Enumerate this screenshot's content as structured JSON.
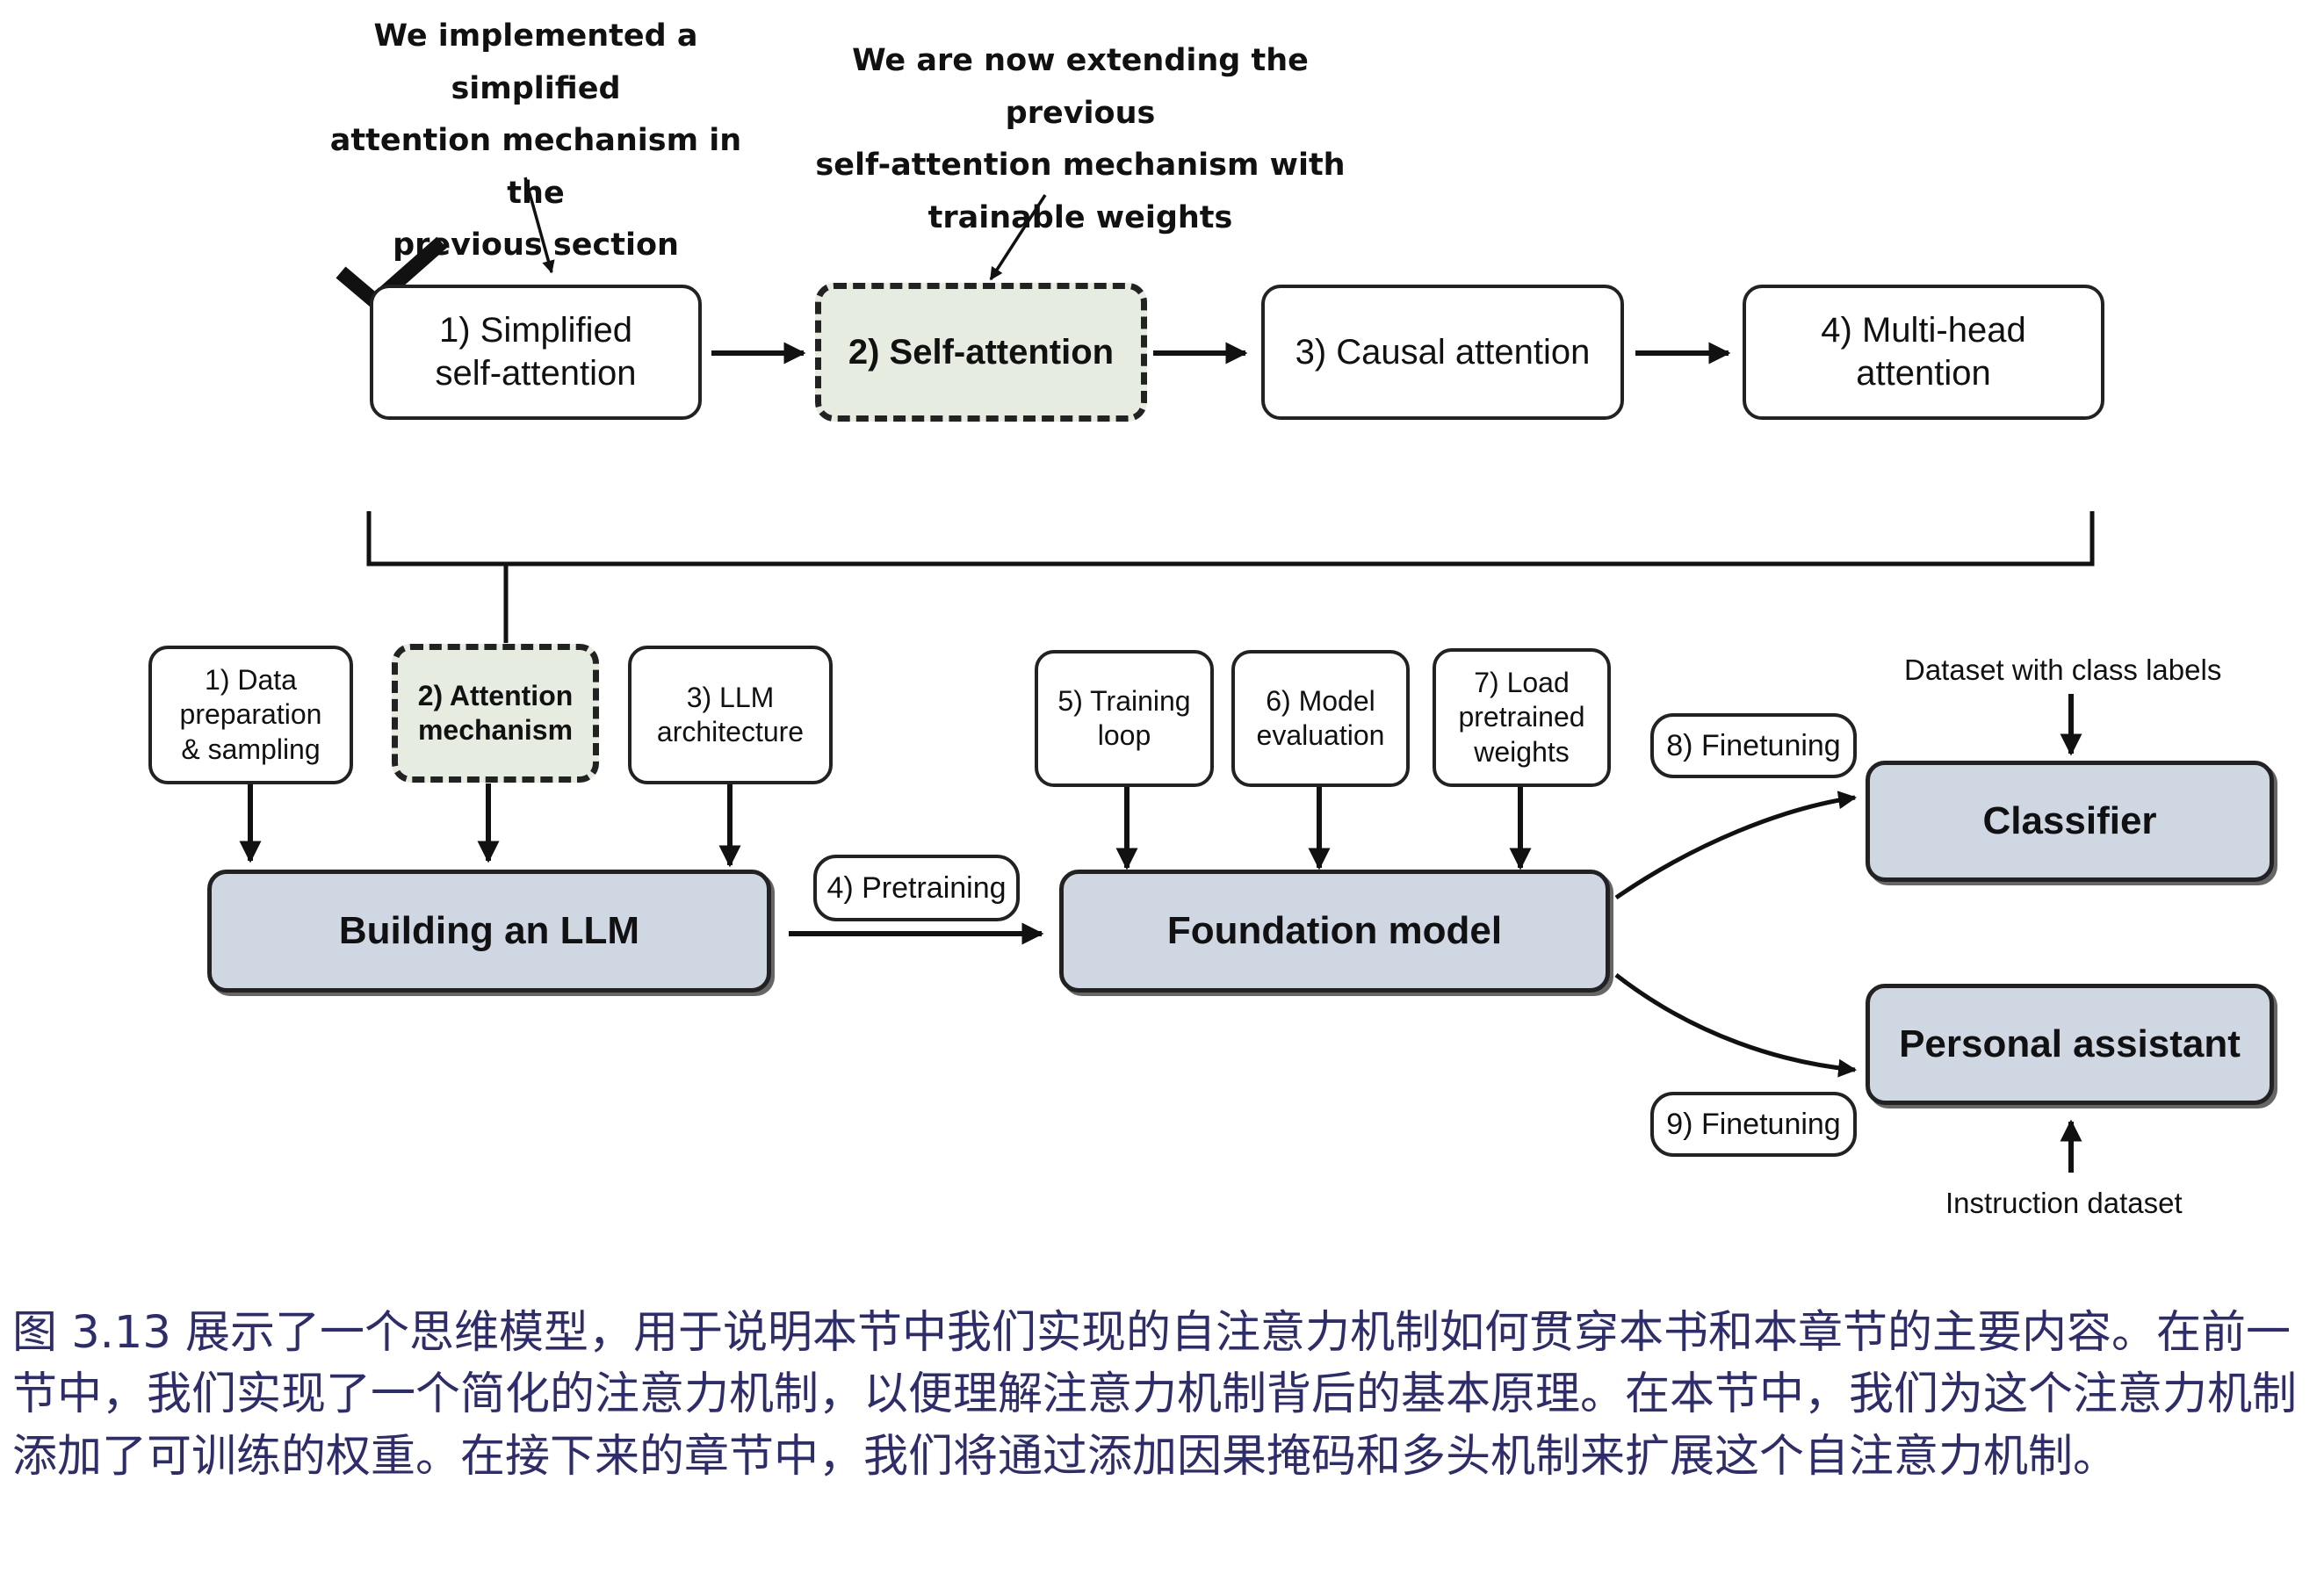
{
  "annotations": {
    "left": "We implemented a simplified\nattention mechanism in the\nprevious section",
    "right": "We are now extending the previous\nself-attention mechanism with\ntrainable weights"
  },
  "attention_steps": [
    "1) Simplified\nself-attention",
    "2) Self-attention",
    "3) Causal attention",
    "4) Multi-head\nattention"
  ],
  "stages": [
    "1) Data\npreparation\n& sampling",
    "2) Attention\nmechanism",
    "3) LLM\narchitecture",
    "5) Training\nloop",
    "6) Model\nevaluation",
    "7) Load\npretrained\nweights"
  ],
  "main_boxes": {
    "building": "Building an LLM",
    "foundation": "Foundation model",
    "classifier": "Classifier",
    "assistant": "Personal assistant"
  },
  "edge_labels": {
    "pretraining": "4) Pretraining",
    "finetuning_8": "8) Finetuning",
    "finetuning_9": "9) Finetuning"
  },
  "inputs": {
    "class_labels": "Dataset with class labels",
    "instruction": "Instruction dataset"
  },
  "caption": "图 3.13 展示了一个思维模型，用于说明本节中我们实现的自注意力机制如何贯穿本书和本章节的主要内容。在前一节中，我们实现了一个简化的注意力机制，以便理解注意力机制背后的基本原理。在本节中，我们为这个注意力机制添加了可训练的权重。在接下来的章节中，我们将通过添加因果掩码和多头机制来扩展这个自注意力机制。"
}
